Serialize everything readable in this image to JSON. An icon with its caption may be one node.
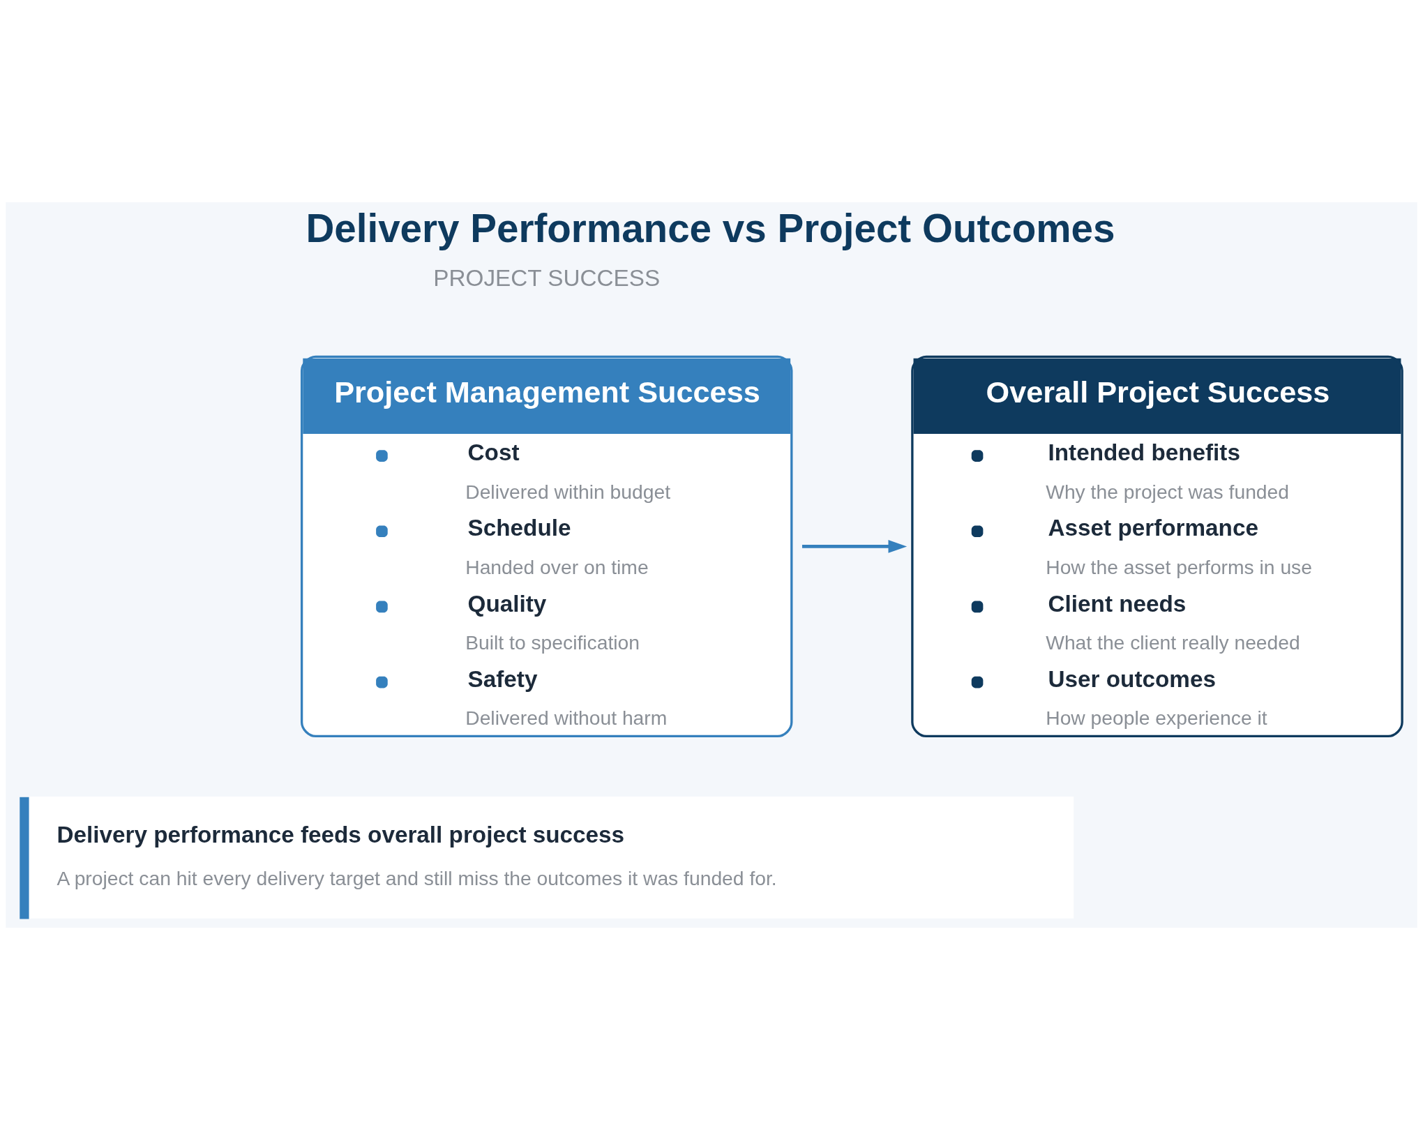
{
  "diagram": {
    "title": "Delivery Performance vs Project Outcomes",
    "nodes": [
      {
        "text": [
          "Project Management Success",
          "Cost",
          "Delivered within budget",
          "Schedule",
          "Handed over on time",
          "Quality",
          "Built to specification",
          "Safety",
          "Delivered without harm"
        ]
      },
      {
        "text": [
          "Overall Project Success",
          "Intended benefits",
          "Why the project was funded",
          "Asset performance",
          "How the asset performs in use",
          "Client needs",
          "What the client really needed",
          "User outcomes",
          "How people experience it"
        ]
      },
      {
        "text": [
          "Delivery performance feeds overall project success",
          "A project can hit every delivery target and still miss the outcomes it was funded for."
        ]
      }
    ],
    "edges": [
      {
        "from": 0,
        "to": 1,
        "arrow": "to",
        "color": "#3580bd"
      }
    ],
    "labels": [
      "PROJECT SUCCESS"
    ]
  }
}
